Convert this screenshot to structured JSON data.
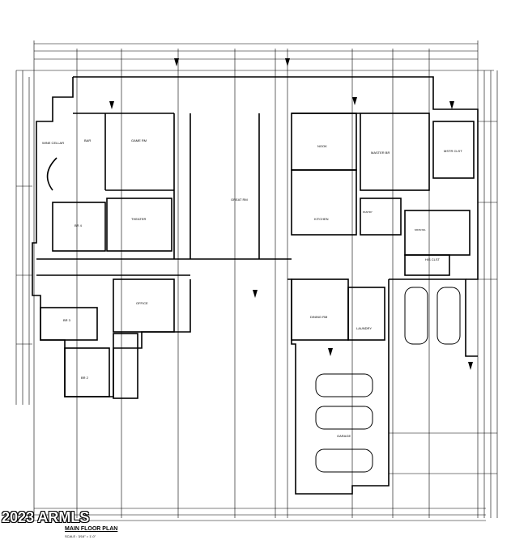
{
  "plan": {
    "title": "MAIN FLOOR PLAN",
    "scale": "SCALE : 3/16\" = 1'-0\"",
    "watermark": "2023 ARMLS",
    "rooms": {
      "wine_cellar": "WINE CELLAR",
      "bar": "BAR",
      "game_rm": "GAME RM",
      "theater": "THEATER",
      "great_rm": "GREAT RM",
      "nook": "NOOK",
      "kitchen": "KITCHEN",
      "master_br": "MASTER BR",
      "mstr_clst": "MSTR CLST",
      "br4": "BR 4",
      "br3": "BR 3",
      "br2": "BR 2",
      "office": "OFFICE",
      "dining_rm": "DINING RM",
      "laundry": "LAUNDRY",
      "garage": "GARAGE",
      "his_clst": "HIS CLST",
      "pantry": "PANTRY",
      "mstr_ba": "MSTR BA"
    }
  }
}
